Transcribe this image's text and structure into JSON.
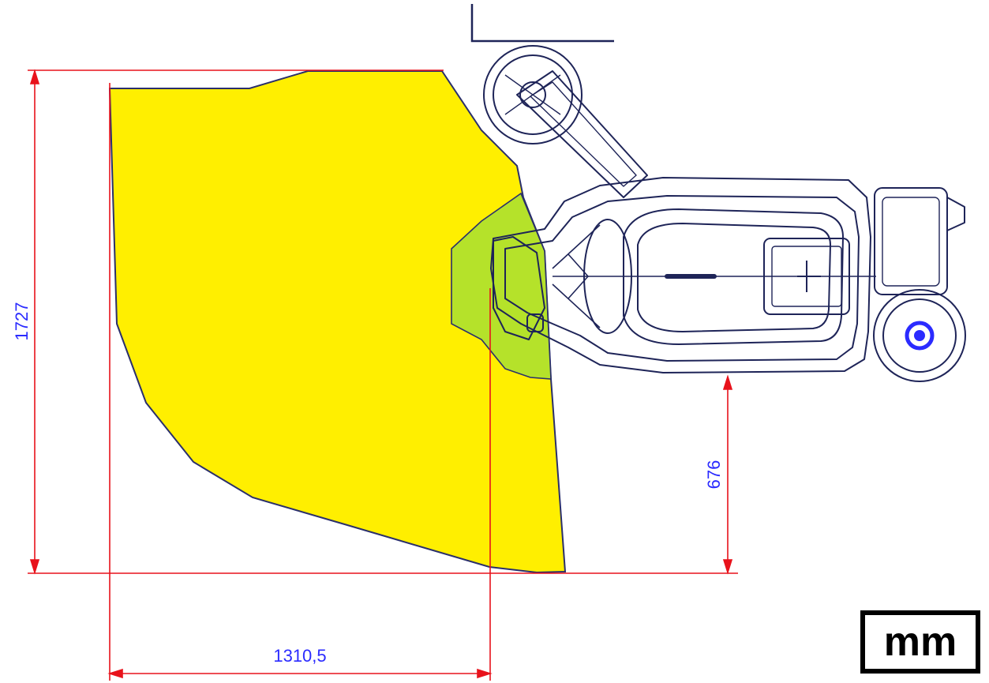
{
  "dimensions": {
    "height": "1727",
    "width": "1310,5",
    "offset": "676"
  },
  "unit_label": "mm",
  "colors": {
    "working_area": "#ffef00",
    "overlap_area": "#b5e22a",
    "outline": "#2a2f6b",
    "dimension_line": "#e8121b",
    "dimension_text": "#2b2bff",
    "machine": "#1e2458"
  },
  "icons": [
    "machine-top-view-icon",
    "wheel-icon",
    "steering-column-icon"
  ]
}
